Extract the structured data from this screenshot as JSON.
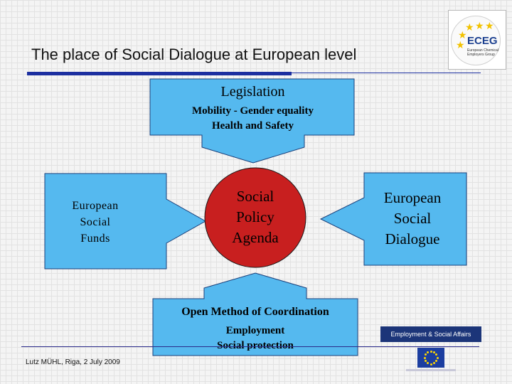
{
  "slide": {
    "title": "The place of Social Dialogue at European level",
    "footer": "Lutz MÜHL, Riga, 2 July 2009"
  },
  "logo": {
    "name": "ECEG",
    "subtitle": "European Chemical Employers Group"
  },
  "diagram": {
    "top": {
      "title": "Legislation",
      "line1": "Mobility - Gender equality",
      "line2": "Health and Safety"
    },
    "bottom": {
      "title": "Open Method of Coordination",
      "line1": "Employment",
      "line2": "Social protection"
    },
    "left": {
      "line1": "European",
      "line2": "Social",
      "line3": "Funds"
    },
    "center": {
      "line1": "Social",
      "line2": "Policy",
      "line3": "Agenda"
    },
    "right": {
      "line1": "European",
      "line2": "Social",
      "line3": "Dialogue"
    }
  },
  "footer_logos": {
    "employment_banner": "Employment & Social Affairs"
  },
  "colors": {
    "arrow_fill": "#55b9ef",
    "center_fill": "#c81f1f",
    "title_rule": "#1c2fa0",
    "right_text": "#000000"
  }
}
